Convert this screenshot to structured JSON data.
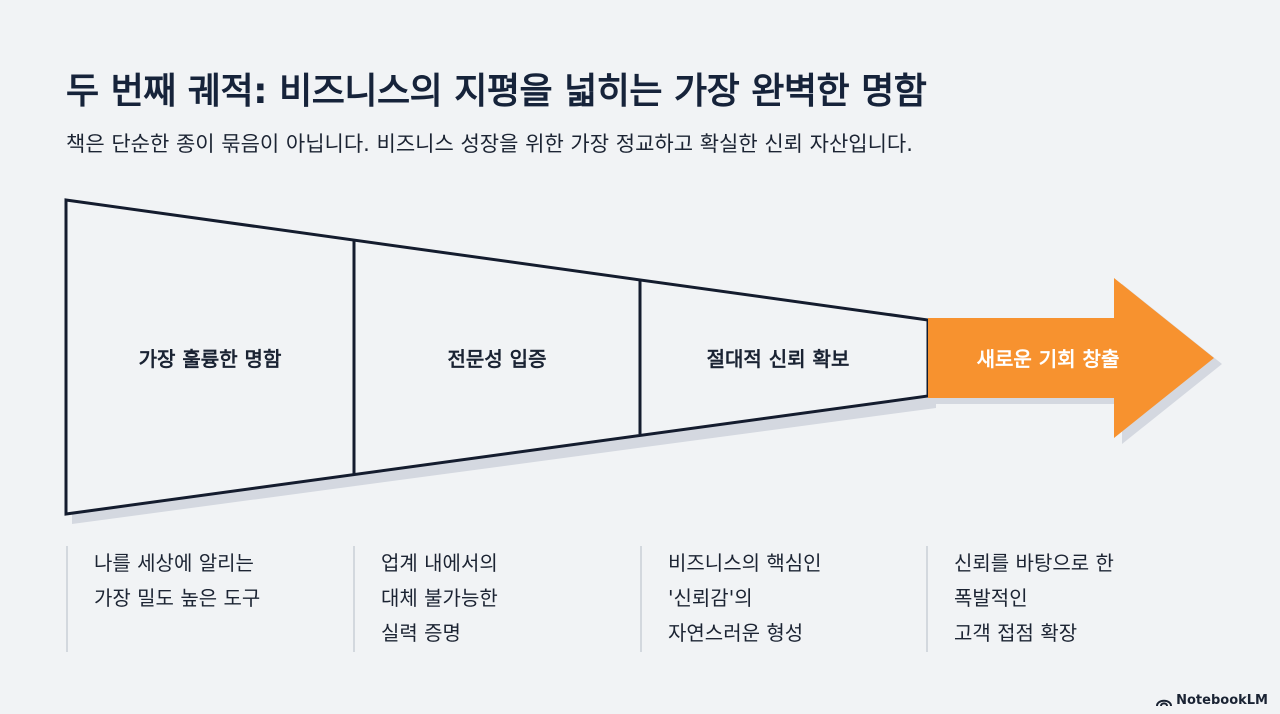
{
  "header": {
    "title": "두 번째 궤적: 비즈니스의 지평을 넓히는 가장 완벽한 명함",
    "subtitle": "책은 단순한 종이 묶음이 아닙니다. 비즈니스 성장을 위한 가장 정교하고 확실한 신뢰 자산입니다."
  },
  "stages": [
    {
      "label": "가장 훌륭한 명함",
      "desc": [
        "나를 세상에 알리는",
        "가장 밀도 높은 도구"
      ]
    },
    {
      "label": "전문성 입증",
      "desc": [
        "업계 내에서의",
        "대체 불가능한",
        "실력 증명"
      ]
    },
    {
      "label": "절대적 신뢰 확보",
      "desc": [
        "비즈니스의 핵심인",
        "'신뢰감'의",
        "자연스러운 형성"
      ]
    },
    {
      "label": "새로운 기회 창출",
      "desc": [
        "신뢰를 바탕으로 한",
        "폭발적인",
        "고객 접점 확장"
      ]
    }
  ],
  "colors": {
    "outline": "#141c2e",
    "accent": "#f7922f",
    "shadow": "#d4d8e0"
  },
  "footer": {
    "brand": "NotebookLM",
    "brand_icon": "notebooklm-logo-icon"
  }
}
